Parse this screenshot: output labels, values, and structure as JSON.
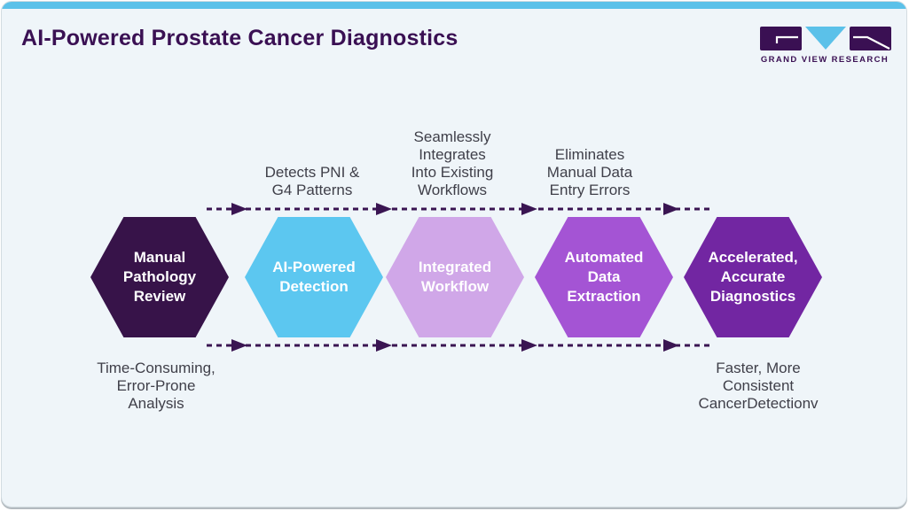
{
  "header": {
    "title": "AI-Powered Prostate Cancer Diagnostics"
  },
  "logo": {
    "company": "GRAND VIEW RESEARCH",
    "mark_dark": "#3a1053",
    "mark_blue": "#5bc1e9"
  },
  "flow": {
    "arrow_color": "#3a1552",
    "hexagons": [
      {
        "label": "Manual\nPathology\nReview",
        "color": "#371349"
      },
      {
        "label": "AI-Powered\nDetection",
        "color": "#5cc7f0"
      },
      {
        "label": "Integrated\nWorkflow",
        "color": "#d0a7e8"
      },
      {
        "label": "Automated\nData\nExtraction",
        "color": "#a454d4"
      },
      {
        "label": "Accelerated,\nAccurate\nDiagnostics",
        "color": "#7226a2"
      }
    ],
    "top_annotations": [
      {
        "text": "Detects PNI &\nG4 Patterns"
      },
      {
        "text": "Seamlessly\nIntegrates\nInto Existing\nWorkflows"
      },
      {
        "text": "Eliminates\nManual Data\nEntry Errors"
      }
    ],
    "bottom_annotations": [
      {
        "text": "Time-Consuming,\nError-Prone\nAnalysis"
      },
      {
        "text": "Faster, More\nConsistent\nCancerDetectionv"
      }
    ]
  }
}
